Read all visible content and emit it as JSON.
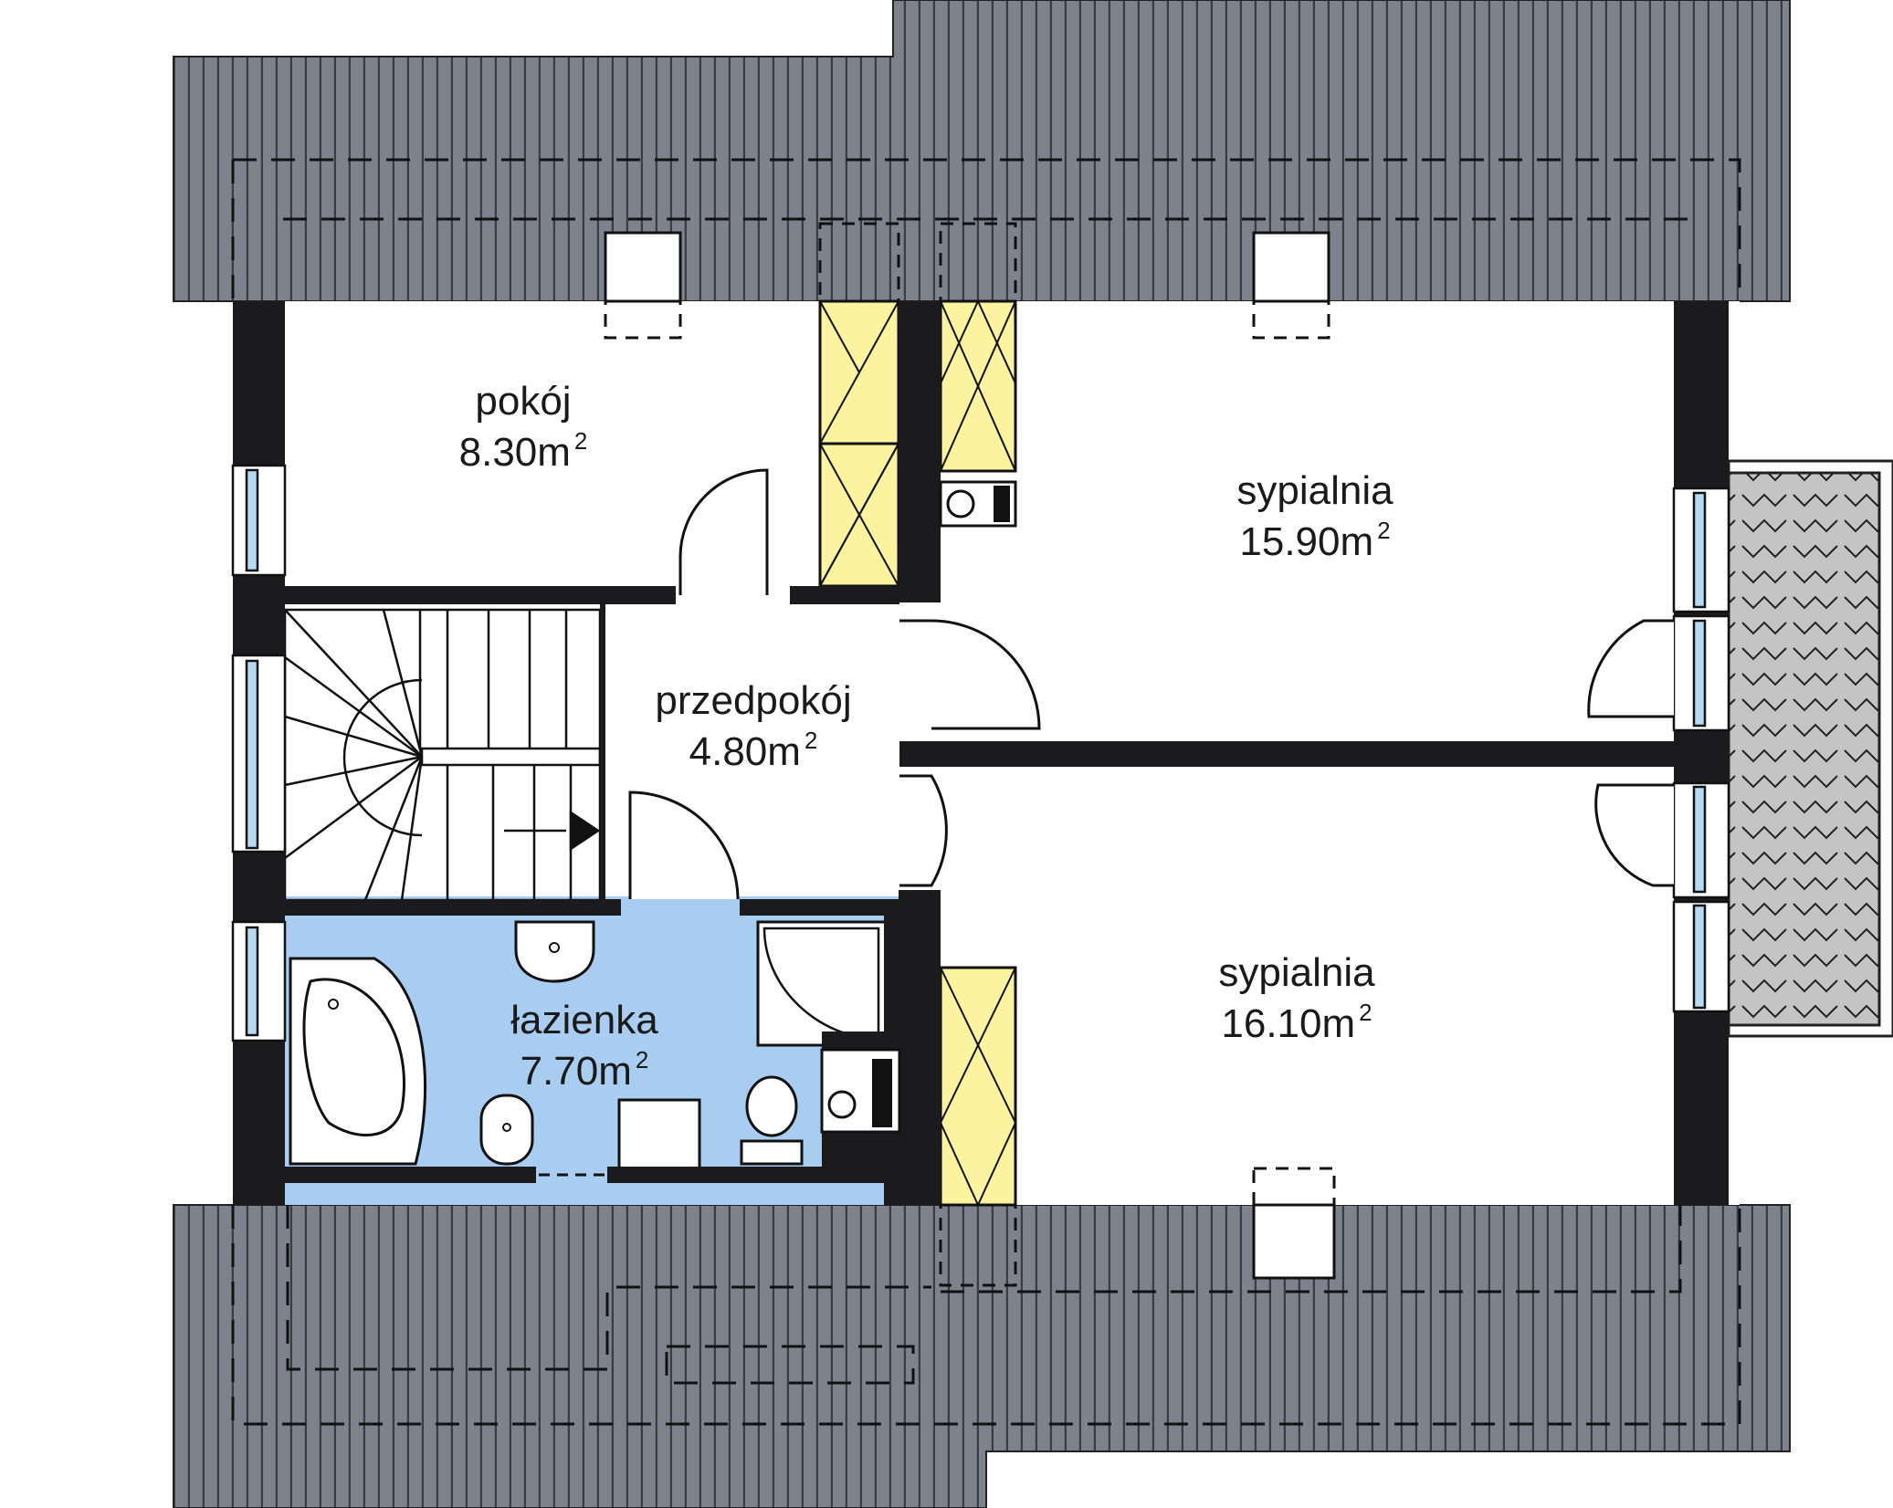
{
  "colors": {
    "roof": "#7d828c",
    "roof_lines": "#3c3f46",
    "wall": "#1b1b1d",
    "bathroom": "#a9cdf0",
    "chimney": "#fbf3a0",
    "balcony": "#c4c4c4",
    "window_glass": "#b5daf1"
  },
  "rooms": [
    {
      "id": "pokoj",
      "name": "pokój",
      "area": "8.30m",
      "unit_sup": "2"
    },
    {
      "id": "przedpokoj",
      "name": "przedpokój",
      "area": "4.80m",
      "unit_sup": "2"
    },
    {
      "id": "lazienka",
      "name": "łazienka",
      "area": "7.70m",
      "unit_sup": "2"
    },
    {
      "id": "sypialnia1",
      "name": "sypialnia",
      "area": "15.90m",
      "unit_sup": "2"
    },
    {
      "id": "sypialnia2",
      "name": "sypialnia",
      "area": "16.10m",
      "unit_sup": "2"
    }
  ]
}
